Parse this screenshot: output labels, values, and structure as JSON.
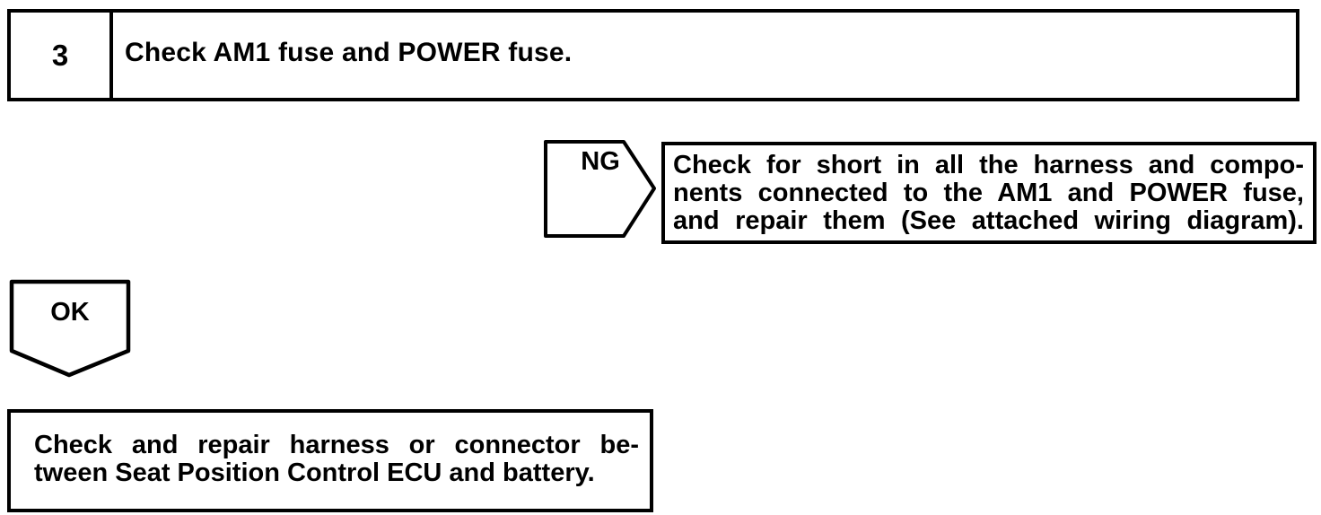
{
  "flowchart": {
    "step": {
      "number": "3",
      "title": "Check AM1 fuse and POWER fuse."
    },
    "ng_branch": {
      "label": "NG",
      "action_lines": [
        "Check for short in all the harness and compo-",
        "nents connected to the AM1 and POWER fuse,",
        "and repair them (See attached wiring diagram)."
      ],
      "action_text": "Check for short in all the harness and components connected to the AM1 and POWER fuse, and repair them (See attached wiring diagram)."
    },
    "ok_branch": {
      "label": "OK",
      "action_lines": [
        "Check and repair harness or connector be-",
        "tween Seat Position Control ECU and battery."
      ],
      "action_text": "Check and repair harness or connector between Seat Position Control ECU and battery."
    },
    "colors": {
      "ink": "#000000",
      "paper": "#ffffff"
    }
  }
}
